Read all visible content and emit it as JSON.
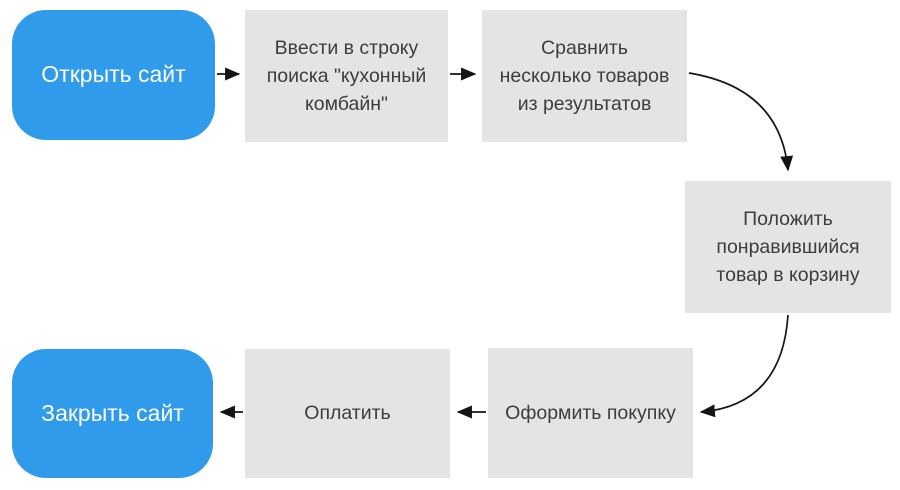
{
  "diagram": {
    "type": "flowchart",
    "language": "ru",
    "colors": {
      "start_end_node": "#2F9BEA",
      "process_node": "#E4E4E3",
      "text_on_blue": "#FFFFFF",
      "text_on_gray": "#3D3D3D",
      "arrow": "#141414",
      "background": "#FFFFFF"
    },
    "nodes": [
      {
        "id": "open-site",
        "type": "start",
        "label": "Открыть сайт"
      },
      {
        "id": "enter-query",
        "type": "process",
        "label": "Ввести в строку\nпоиска \"кухонный\nкомбайн\""
      },
      {
        "id": "compare",
        "type": "process",
        "label": "Сравнить\nнесколько товаров\nиз результатов"
      },
      {
        "id": "add-to-cart",
        "type": "process",
        "label": "Положить\nпонравившийся\nтовар в корзину"
      },
      {
        "id": "checkout",
        "type": "process",
        "label": "Оформить покупку"
      },
      {
        "id": "pay",
        "type": "process",
        "label": "Оплатить"
      },
      {
        "id": "close-site",
        "type": "end",
        "label": "Закрыть сайт"
      }
    ],
    "edges": [
      {
        "from": "open-site",
        "to": "enter-query",
        "style": "straight"
      },
      {
        "from": "enter-query",
        "to": "compare",
        "style": "straight"
      },
      {
        "from": "compare",
        "to": "add-to-cart",
        "style": "curved"
      },
      {
        "from": "add-to-cart",
        "to": "checkout",
        "style": "curved"
      },
      {
        "from": "checkout",
        "to": "pay",
        "style": "straight"
      },
      {
        "from": "pay",
        "to": "close-site",
        "style": "straight"
      }
    ]
  }
}
